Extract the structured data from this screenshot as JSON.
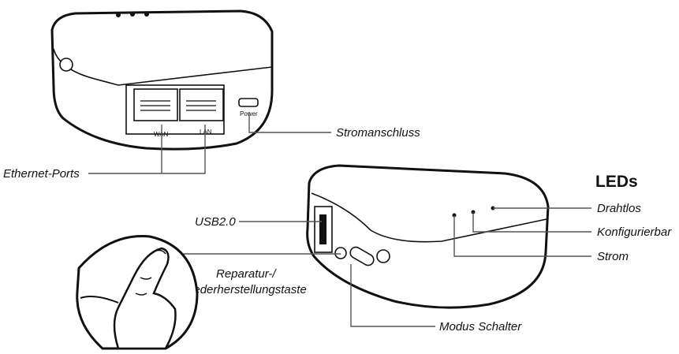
{
  "device_top": {
    "ports": {
      "wan": "WAN",
      "lan": "LAN",
      "power": "Power"
    }
  },
  "labels": {
    "stromanschluss": "Stromanschluss",
    "ethernet_ports": "Ethernet-Ports",
    "usb": "USB2.0",
    "reset_line1": "Reparatur-/",
    "reset_line2": "Wiederherstellungstaste",
    "modus_schalter": "Modus Schalter"
  },
  "leds": {
    "heading": "LEDs",
    "items": [
      "Drahtlos",
      "Konfigurierbar",
      "Strom"
    ]
  }
}
